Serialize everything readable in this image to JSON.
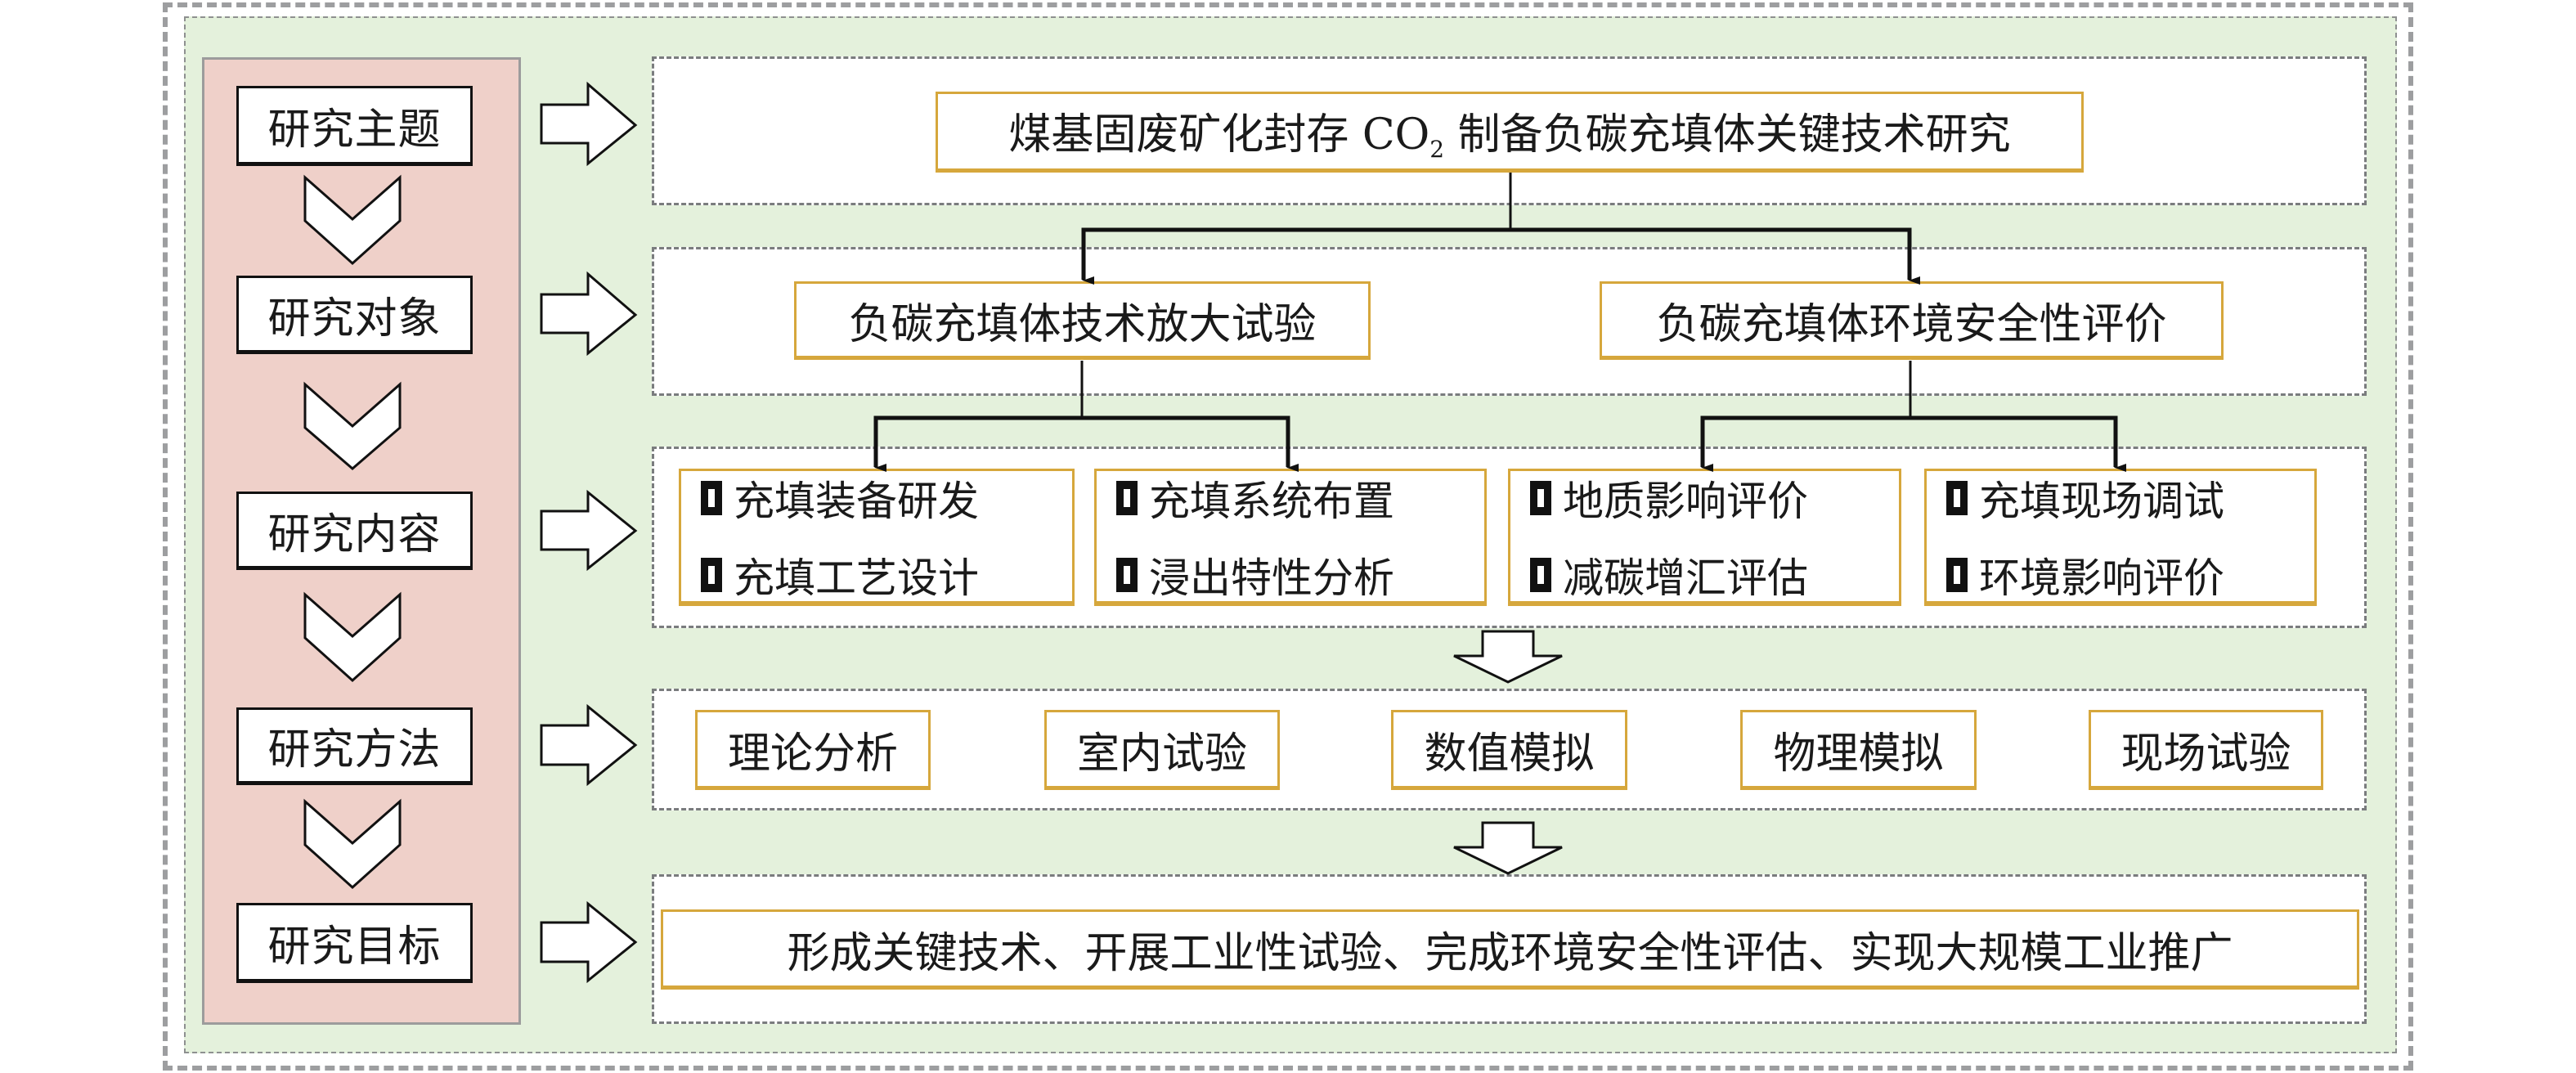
{
  "left_panel": {
    "stages": [
      {
        "label": "研究主题"
      },
      {
        "label": "研究对象"
      },
      {
        "label": "研究内容"
      },
      {
        "label": "研究方法"
      },
      {
        "label": "研究目标"
      }
    ]
  },
  "topic": {
    "title_prefix": "煤基固废矿化封存 CO",
    "title_sub": "2",
    "title_suffix": " 制备负碳充填体关键技术研究"
  },
  "objects": [
    {
      "label": "负碳充填体技术放大试验"
    },
    {
      "label": "负碳充填体环境安全性评价"
    }
  ],
  "contents": [
    {
      "items": [
        "充填装备研发",
        "充填工艺设计"
      ]
    },
    {
      "items": [
        "充填系统布置",
        "浸出特性分析"
      ]
    },
    {
      "items": [
        "地质影响评价",
        "减碳增汇评估"
      ]
    },
    {
      "items": [
        "充填现场调试",
        "环境影响评价"
      ]
    }
  ],
  "content_bullet_icon": "checkbox-square-icon",
  "methods": [
    "理论分析",
    "室内试验",
    "数值模拟",
    "物理模拟",
    "现场试验"
  ],
  "goal": {
    "label": "形成关键技术、开展工业性试验、完成环境安全性评估、实现大规模工业推广"
  },
  "colors": {
    "outer_background": "#e4f1dc",
    "left_panel": "#efd0c9",
    "box_border": "#d6a73c",
    "dashed_border": "#7a7c7e"
  }
}
